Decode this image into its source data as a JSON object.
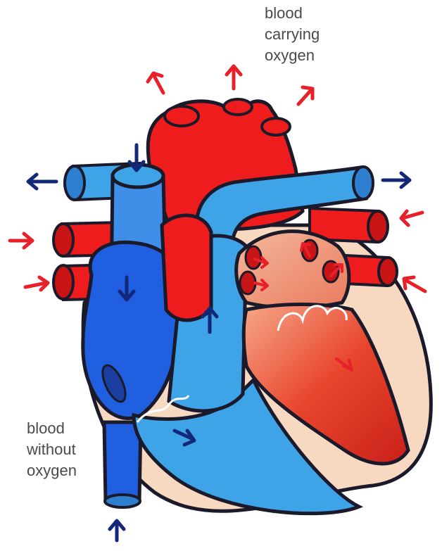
{
  "labels": {
    "oxygenated": [
      "blood",
      "carrying",
      "oxygen"
    ],
    "deoxygenated": [
      "blood",
      "without",
      "oxygen"
    ]
  },
  "colors": {
    "oxygenated": "#ee1c1c",
    "deoxygenated_light": "#3fa3e8",
    "deoxygenated_dark": "#1f5fe0",
    "outline": "#1a1a2a",
    "tissue": "#f7d9c2",
    "arrow_red": "#e8202a",
    "arrow_navy": "#14287a"
  },
  "icons": {
    "oxygen_arrow": "red-arrow-icon",
    "deoxygen_arrow": "navy-arrow-icon"
  }
}
